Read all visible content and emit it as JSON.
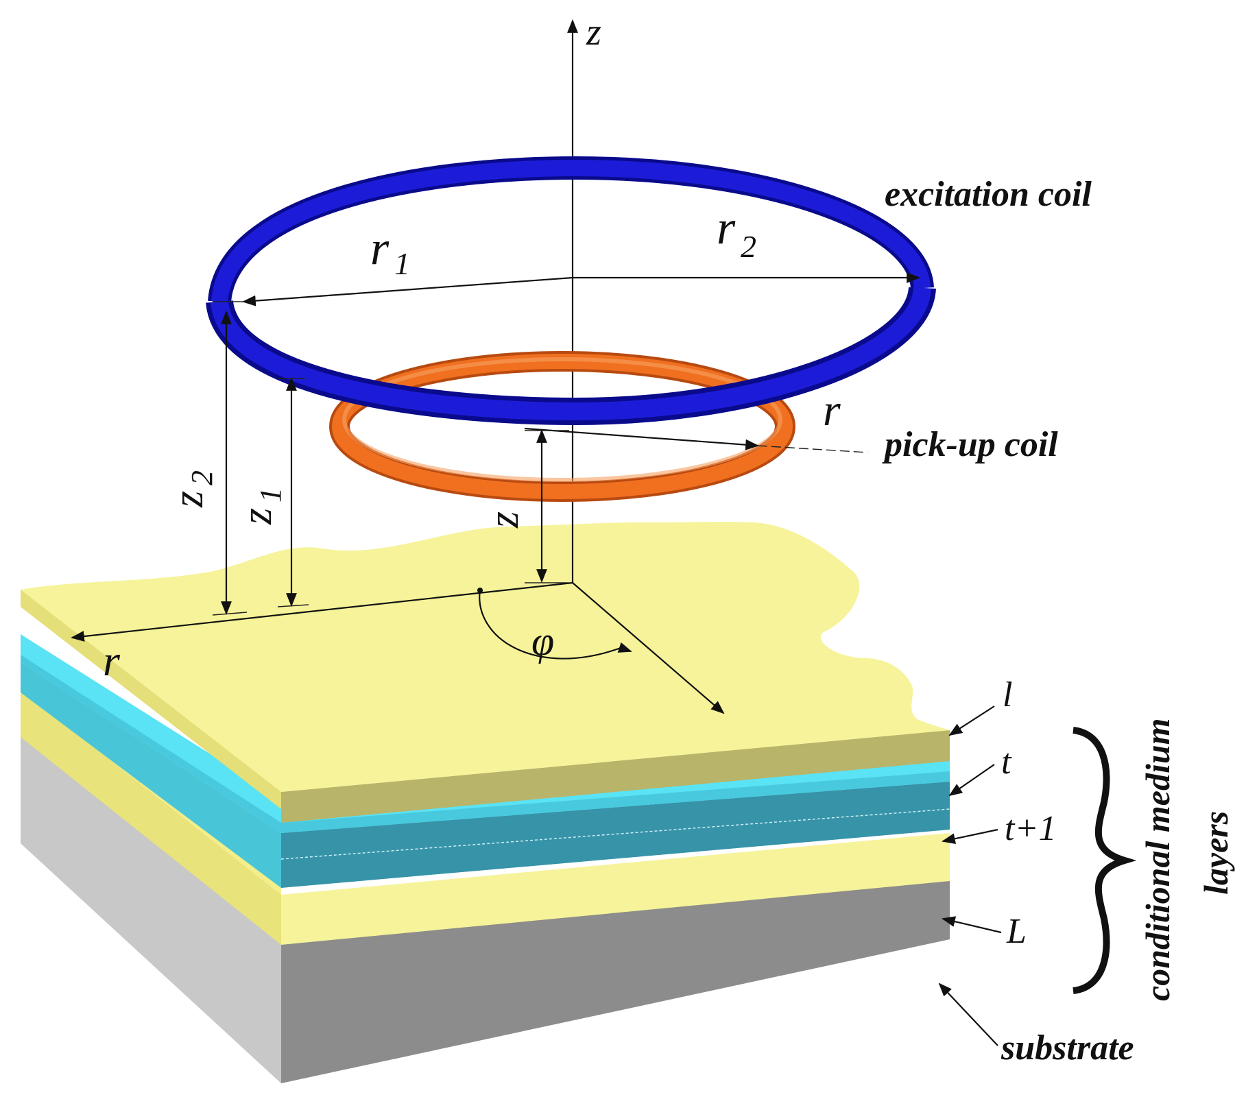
{
  "axis": {
    "z": "z",
    "r": "r",
    "phi": "φ"
  },
  "excitation_coil": {
    "label": "excitation coil",
    "r1": "r",
    "r1_sub": "1",
    "r2": "r",
    "r2_sub": "2",
    "z1": "z",
    "z1_sub": "1",
    "z2": "z",
    "z2_sub": "2",
    "color": "#1414d2"
  },
  "pickup_coil": {
    "label": "pick-up coil",
    "radius": "r",
    "height": "z",
    "color": "#f07020"
  },
  "layers": {
    "l": "l",
    "t": "t",
    "t_plus_1": "t+1",
    "L": "L",
    "group_label_line1": "conditional medium",
    "group_label_line2": "layers",
    "substrate": "substrate",
    "yellow": "#f6f39a",
    "cyan": "#5ae3f5",
    "teal": "#3793a8",
    "gray": "#8c8c8c"
  }
}
